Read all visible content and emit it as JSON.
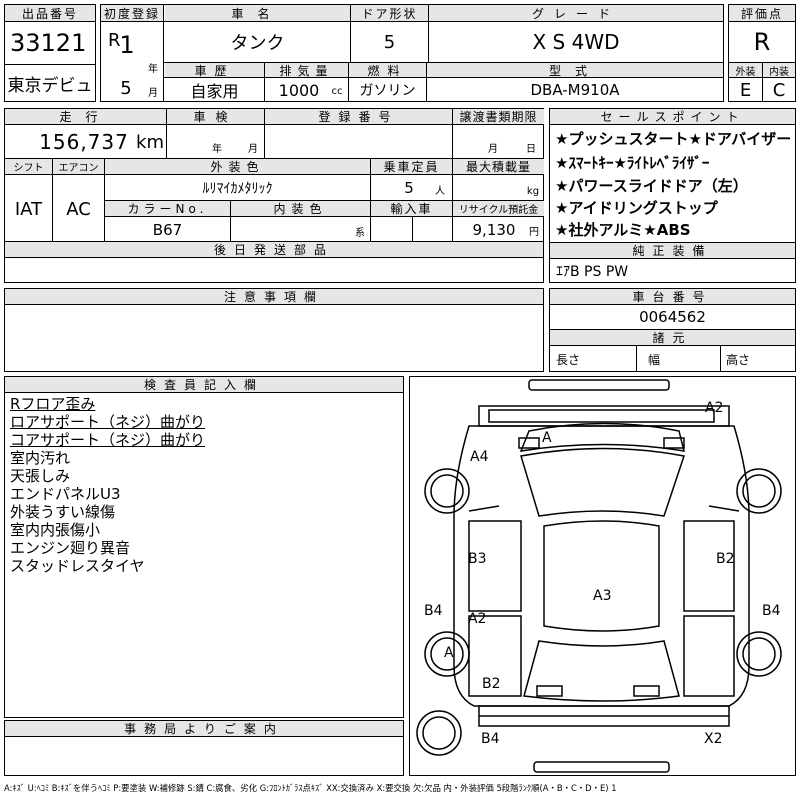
{
  "header": {
    "lot_label": "出品番号",
    "lot_number": "33121",
    "venue": "東京デビュ",
    "first_reg_label": "初度登録",
    "era": "R",
    "year": "1",
    "year_unit": "年",
    "month": "5",
    "month_unit": "月",
    "car_name_label": "車名",
    "car_name": "タンク",
    "door_label": "ドア形状",
    "doors": "5",
    "grade_label": "グレード",
    "grade": "X S 4WD",
    "score_label": "評価点",
    "score": "R",
    "history_label": "車歴",
    "history": "自家用",
    "displacement_label": "排気量",
    "displacement": "1000",
    "cc": "cc",
    "fuel_label": "燃料",
    "fuel": "ガソリン",
    "model_label": "型式",
    "model": "DBA-M910A",
    "exterior_label": "外装",
    "exterior": "E",
    "interior_label": "内装",
    "interior": "C"
  },
  "row2": {
    "mileage_label": "走行",
    "mileage": "156,737",
    "km": "km",
    "inspection_label": "車検",
    "insp_year": "年",
    "insp_month": "月",
    "plate_label": "登録番号",
    "transfer_label": "譲渡書類期限",
    "transfer_month": "月",
    "transfer_day": "日"
  },
  "row3": {
    "shift_label": "シフト",
    "shift": "IAT",
    "ac_label": "エアコン",
    "ac": "AC",
    "color_label": "外装色",
    "color": "ﾙﾘﾏｲｶﾒﾀﾘｯｸ",
    "capacity_label": "乗車定員",
    "capacity": "5",
    "capacity_unit": "人",
    "load_label": "最大積載量",
    "load_unit": "kg",
    "color_no_label": "カラーNo.",
    "color_no": "B67",
    "interior_color_label": "内装色",
    "interior_color_unit": "系",
    "import_label": "輸入車",
    "recycle_label": "リサイクル預託金",
    "recycle": "9,130",
    "yen": "円"
  },
  "later_parts_label": "後日発送部品",
  "notes_label": "注意事項欄",
  "office_label": "事務局よりご案内",
  "sales": {
    "label": "セールスポイント",
    "lines": [
      "★プッシュスタート★ドアバイザー",
      "★ｽﾏｰﾄｷｰ★ﾗｲﾄﾚﾍﾞﾗｲｻﾞｰ",
      "★パワースライドドア（左）",
      "★アイドリングストップ",
      "★社外アルミ★ABS"
    ]
  },
  "equipment": {
    "label": "純正装備",
    "value": "ｴｱB PS PW"
  },
  "chassis": {
    "label": "車台番号",
    "value": "0064562"
  },
  "dims": {
    "label": "諸元",
    "length": "長さ",
    "width": "幅",
    "height": "高さ"
  },
  "inspector": {
    "label": "検査員記入欄",
    "lines": [
      "Rフロア歪み",
      "ロアサポート（ネジ）曲がり",
      "コアサポート（ネジ）曲がり",
      "室内汚れ",
      "天張しみ",
      "エンドパネルU3",
      "外装うすい線傷",
      "室内内張傷小",
      "エンジン廻り異音",
      "スタッドレスタイヤ"
    ]
  },
  "damage_marks": {
    "a": "A",
    "a2_top": "A2",
    "a4": "A4",
    "b3": "B3",
    "b2_right": "B2",
    "a3": "A3",
    "b4_left": "B4",
    "a2_left": "A2",
    "b4_right": "B4",
    "a_wheel": "A",
    "b2_bottom": "B2",
    "b4_bottom": "B4",
    "x2": "X2"
  },
  "legend": "A:ｷｽﾞ U:ﾍｺﾐ B:ｷｽﾞを伴うﾍｺﾐ P:要塗装 W:補修跡 S:錆 C:腐食、劣化 G:ﾌﾛﾝﾄｶﾞﾗｽ点ｷｽﾞ XX:交換済み X:要交換 欠:欠品 内・外装評価 5段階ﾗﾝｸ順(A・B・C・D・E) 1"
}
